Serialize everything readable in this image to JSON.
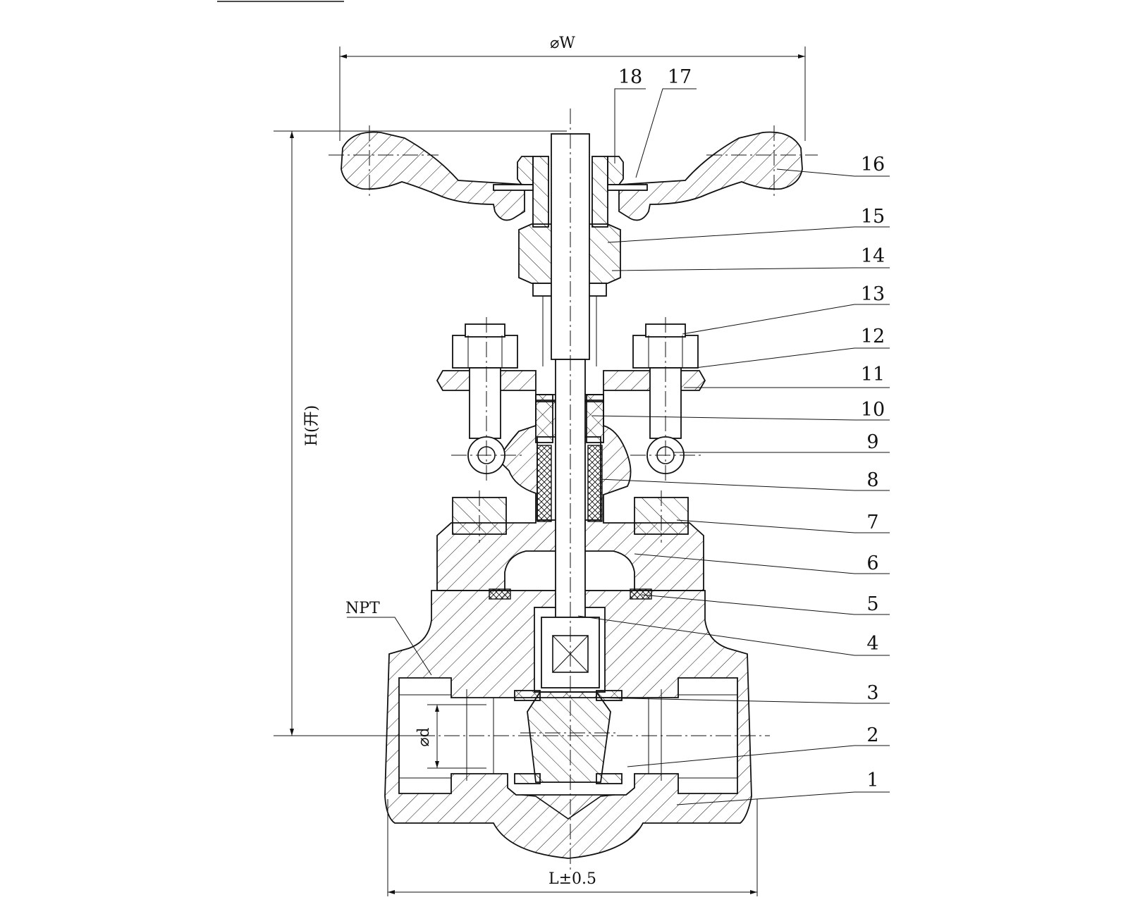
{
  "drawing": {
    "dimensions": {
      "handwheel_diameter": "⌀W",
      "height": "H(开)",
      "length": "L±0.5",
      "bore": "⌀d",
      "thread": "NPT"
    },
    "part_numbers": [
      "1",
      "2",
      "3",
      "4",
      "5",
      "6",
      "7",
      "8",
      "9",
      "10",
      "11",
      "12",
      "13",
      "14",
      "15",
      "16",
      "17",
      "18"
    ]
  }
}
